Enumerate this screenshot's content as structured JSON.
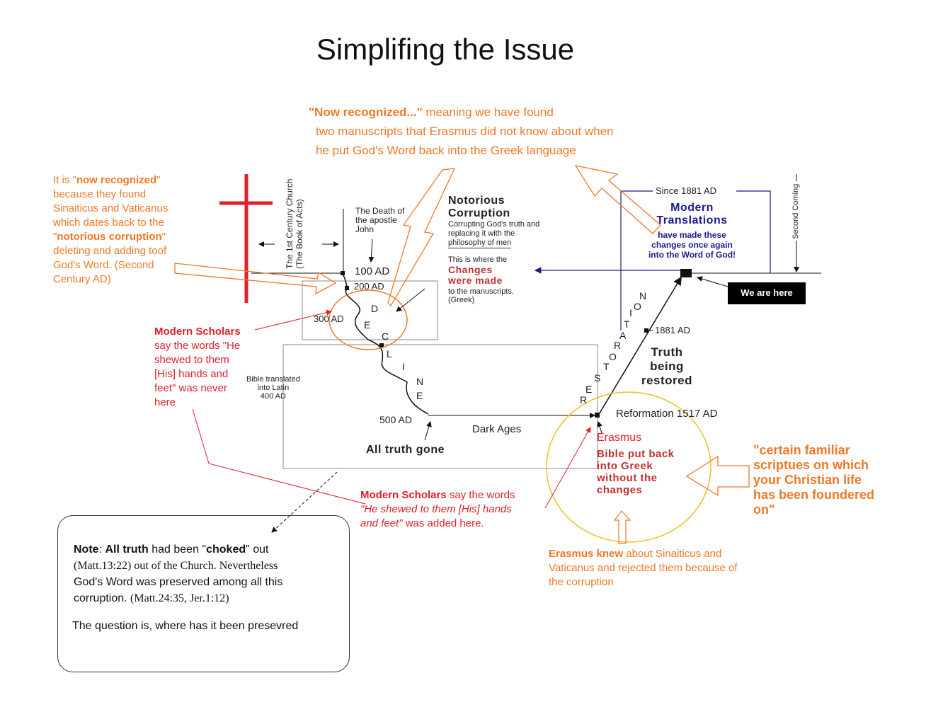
{
  "title": "Simplifing the Issue",
  "top_note": {
    "bold": "\"Now recognized...\"",
    "line1_rest": " meaning we have found",
    "line2": "two manuscripts that Erasmus did not know about when",
    "line3": "he put God's Word back into the Greek language"
  },
  "left_note": {
    "l1a": "It is \"",
    "l1b": "now recognized",
    "l1c": "\"",
    "l2": "because they found",
    "l3": "Sinaiticus and Vaticanus",
    "l4": "which dates back to the",
    "l5a": "\"",
    "l5b": "notorious corruption",
    "l5c": "\"",
    "l6": "deleting and adding toof",
    "l7": "God's Word. (Second",
    "l8": "Century AD)"
  },
  "vertical_labels": {
    "church_line1": "The 1st Century Church",
    "church_line2": "(The Book of Acts)",
    "second_coming": "Second Coming"
  },
  "death_of_john": [
    "The Death of",
    "the apostle",
    "John"
  ],
  "notorious": {
    "title1": "Notorious",
    "title2": "Corruption",
    "desc1": "Corrupting God's truth and",
    "desc2": "replacing it with the",
    "desc3": "philosophy of men",
    "where1": "This is where the",
    "changes1": "Changes",
    "changes2": "were made",
    "where3": "to the manuscripts.",
    "where4": "(Greek)"
  },
  "dates": {
    "d100": "100 AD",
    "d200": "200 AD",
    "d300": "300 AD",
    "d400_1": "Bible translated",
    "d400_2": "into Latin",
    "d400_3": "400 AD",
    "d500": "500 AD",
    "dark_ages": "Dark Ages",
    "all_truth_gone": "All truth gone",
    "reformation": "Reformation 1517 AD",
    "d1881": "1881 AD"
  },
  "decline_letters": [
    "D",
    "E",
    "C",
    "L",
    "I",
    "N",
    "E"
  ],
  "restoration_letters": [
    "R",
    "E",
    "S",
    "T",
    "O",
    "R",
    "A",
    "T",
    "I",
    "O",
    "N"
  ],
  "modern_scholars_left": {
    "bold": "Modern Scholars",
    "l2": "say the words \"He",
    "l3": "shewed to them",
    "l4": "[His] hands and",
    "l5": "feet\" was never",
    "l6": "here"
  },
  "modern_box": {
    "since": "Since 1881 AD",
    "title1": "Modern",
    "title2": "Translations",
    "l1": "have made these",
    "l2": "changes once again",
    "l3": "into the Word of God!"
  },
  "we_are_here": "We are here",
  "truth_restored": [
    "Truth",
    "being",
    "restored"
  ],
  "erasmus": {
    "name": "Erasmus",
    "l1": "Bible put back",
    "l2": "into Greek",
    "l3": "without the",
    "l4": "changes"
  },
  "certain": [
    "\"certain familiar",
    "scriptues on which",
    "your Christian life",
    "has been foundered",
    "on\""
  ],
  "modern_scholars_bottom": {
    "bold": "Modern Scholars",
    "rest": " say the words",
    "l2": "\"He shewed to them [His] hands",
    "l3a": "and feet\"",
    "l3b": " was added here."
  },
  "erasmus_knew": {
    "bold": "Erasmus knew",
    "rest": " about Sinaiticus and",
    "l2": "Vaticanus and rejected them because of",
    "l3": "the corruption"
  },
  "note_box": {
    "note_bold": "Note",
    "colon": ": ",
    "all_truth": "All truth",
    "had_been": " had been \"",
    "choked": "choked",
    "out": "\" out",
    "l2": "(Matt.13:22) out of the Church. Nevertheless",
    "l3": "God's Word was preserved among all this",
    "l4a": "corruption. ",
    "l4b": "(Matt.24:35, Jer.1:12)",
    "question": "The question is, where has it been presevred"
  },
  "colors": {
    "orange": "#f07828",
    "red": "#e0202a",
    "navy": "#1a1a8c",
    "black": "#111111"
  }
}
